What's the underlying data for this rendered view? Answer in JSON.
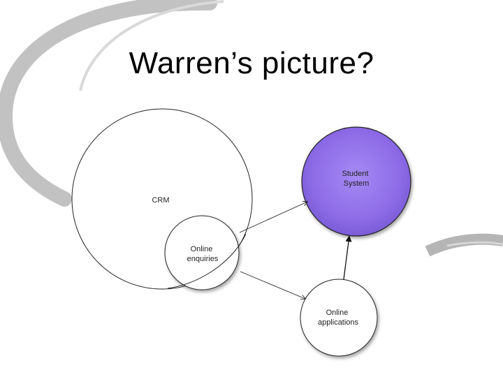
{
  "slide": {
    "title": "Warren’s picture?"
  },
  "diagram": {
    "nodes": {
      "crm": {
        "label": "CRM"
      },
      "online_enquiries": {
        "label_line1": "Online",
        "label_line2": "enquiries"
      },
      "student_system": {
        "label_line1": "Student",
        "label_line2": "System",
        "fill": "#8f6ee6"
      },
      "online_applications": {
        "label_line1": "Online",
        "label_line2": "applications"
      }
    }
  }
}
